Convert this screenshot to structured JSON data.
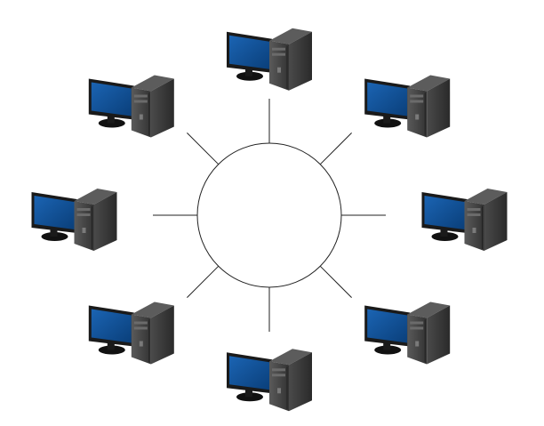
{
  "diagram": {
    "topology": "ring",
    "hub_shape": "circle",
    "node_icon": "desktop-computer-icon",
    "node_count": 8,
    "colors": {
      "background": "#ffffff",
      "link": "#222222",
      "hub_fill": "#ffffff",
      "monitor_screen": "#0e4f95",
      "monitor_bezel": "#1a1a1a",
      "tower_body": "#3a3a3a",
      "tower_highlight": "#6b6b6b"
    },
    "nodes": [
      {
        "id": "top"
      },
      {
        "id": "top-right"
      },
      {
        "id": "right"
      },
      {
        "id": "bottom-right"
      },
      {
        "id": "bottom"
      },
      {
        "id": "bottom-left"
      },
      {
        "id": "left"
      },
      {
        "id": "top-left"
      }
    ]
  }
}
